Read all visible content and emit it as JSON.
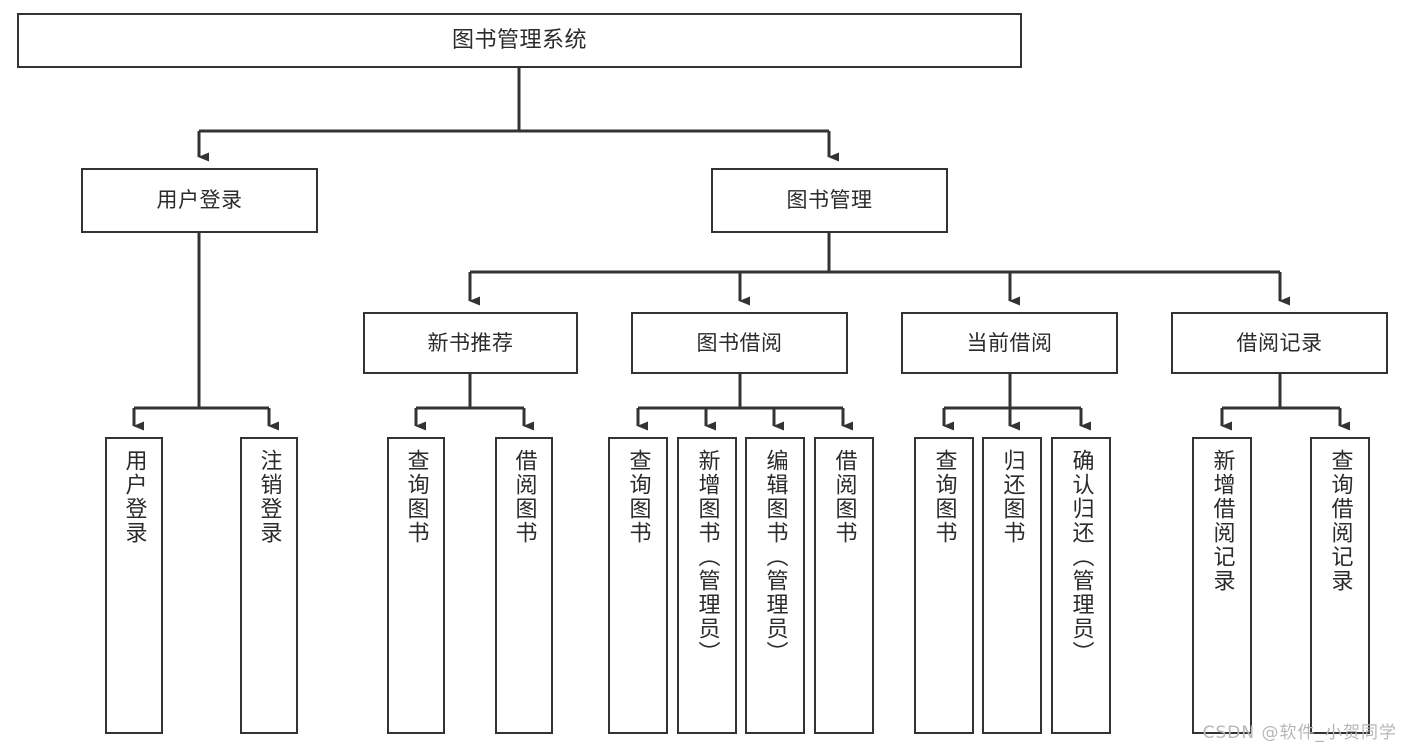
{
  "diagram": {
    "title": "图书管理系统",
    "type": "tree",
    "watermark": "CSDN @软件_小贺同学",
    "colors": {
      "border": "#333333",
      "background": "#ffffff",
      "text": "#2b2b2b",
      "line": "#333333",
      "watermark": "#b7b7b7"
    },
    "root": {
      "label": "图书管理系统"
    },
    "level2": [
      {
        "label": "用户登录"
      },
      {
        "label": "图书管理"
      }
    ],
    "level3": [
      {
        "label": "新书推荐"
      },
      {
        "label": "图书借阅"
      },
      {
        "label": "当前借阅"
      },
      {
        "label": "借阅记录"
      }
    ],
    "leaves": {
      "user_login": [
        {
          "label": "用户登录"
        },
        {
          "label": "注销登录"
        }
      ],
      "new_book_recommend": [
        {
          "label": "查询图书"
        },
        {
          "label": "借阅图书"
        }
      ],
      "book_borrow": [
        {
          "label": "查询图书"
        },
        {
          "label": "新增图书（管理员）"
        },
        {
          "label": "编辑图书（管理员）"
        },
        {
          "label": "借阅图书"
        }
      ],
      "current_borrow": [
        {
          "label": "查询图书"
        },
        {
          "label": "归还图书"
        },
        {
          "label": "确认归还（管理员）"
        }
      ],
      "borrow_records": [
        {
          "label": "新增借阅记录"
        },
        {
          "label": "查询借阅记录"
        }
      ]
    }
  }
}
